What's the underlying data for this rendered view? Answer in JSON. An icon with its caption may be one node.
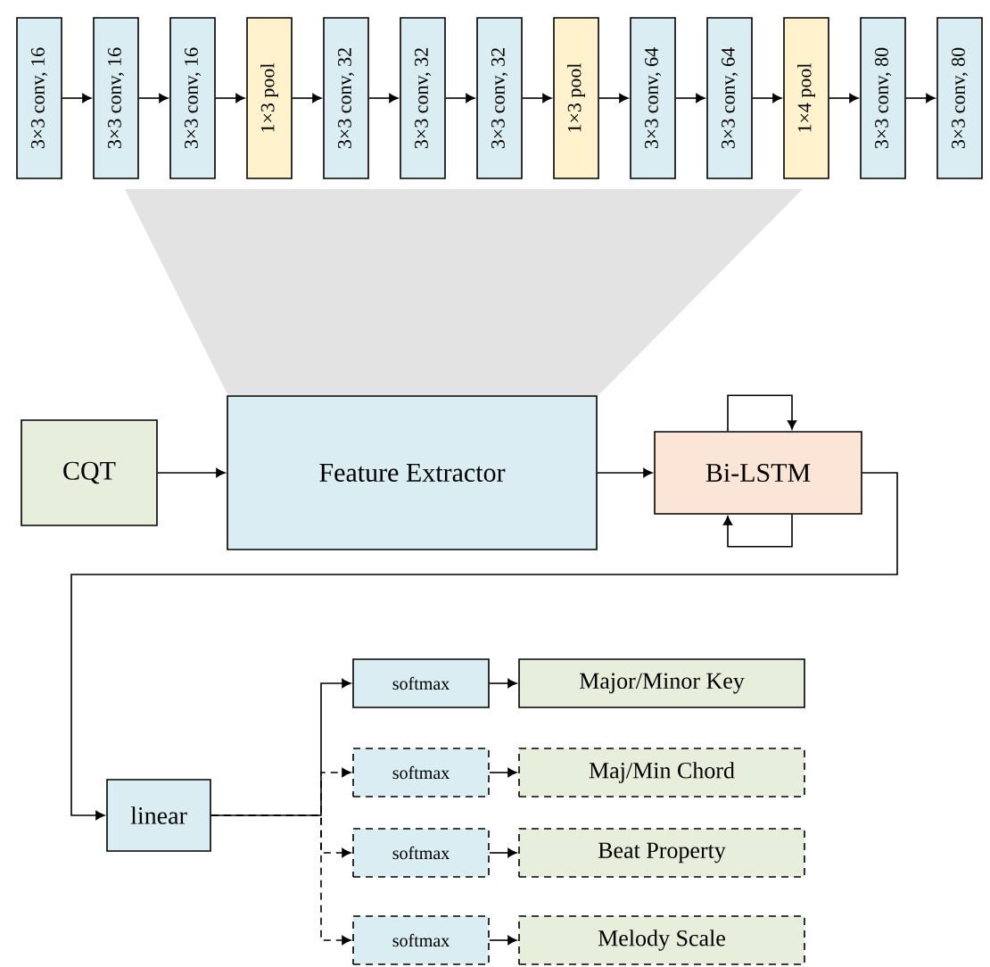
{
  "diagram": {
    "nodes": [
      {
        "text": [
          "3×3 conv, 16"
        ]
      },
      {
        "text": [
          "3×3 conv, 16"
        ]
      },
      {
        "text": [
          "3×3 conv, 16"
        ]
      },
      {
        "text": [
          "1×3 pool"
        ]
      },
      {
        "text": [
          "3×3 conv, 32"
        ]
      },
      {
        "text": [
          "3×3 conv, 32"
        ]
      },
      {
        "text": [
          "3×3 conv, 32"
        ]
      },
      {
        "text": [
          "1×3 pool"
        ]
      },
      {
        "text": [
          "3×3 conv, 64"
        ]
      },
      {
        "text": [
          "3×3 conv, 64"
        ]
      },
      {
        "text": [
          "1×4 pool"
        ]
      },
      {
        "text": [
          "3×3 conv, 80"
        ]
      },
      {
        "text": [
          "3×3 conv, 80"
        ]
      },
      {
        "text": [
          "CQT"
        ]
      },
      {
        "text": [
          "Feature Extractor"
        ]
      },
      {
        "text": [
          "Bi-LSTM"
        ]
      },
      {
        "text": [
          "linear"
        ]
      },
      {
        "text": [
          "softmax"
        ]
      },
      {
        "text": [
          "softmax"
        ]
      },
      {
        "text": [
          "softmax"
        ]
      },
      {
        "text": [
          "softmax"
        ]
      },
      {
        "text": [
          "Major/Minor Key"
        ]
      },
      {
        "text": [
          "Maj/Min Chord"
        ]
      },
      {
        "text": [
          "Beat Property"
        ]
      },
      {
        "text": [
          "Melody Scale"
        ]
      }
    ],
    "edges": [
      {
        "from": 0,
        "to": 1,
        "arrow": "to"
      },
      {
        "from": 1,
        "to": 2,
        "arrow": "to"
      },
      {
        "from": 2,
        "to": 3,
        "arrow": "to"
      },
      {
        "from": 3,
        "to": 4,
        "arrow": "to"
      },
      {
        "from": 4,
        "to": 5,
        "arrow": "to"
      },
      {
        "from": 5,
        "to": 6,
        "arrow": "to"
      },
      {
        "from": 6,
        "to": 7,
        "arrow": "to"
      },
      {
        "from": 7,
        "to": 8,
        "arrow": "to"
      },
      {
        "from": 8,
        "to": 9,
        "arrow": "to"
      },
      {
        "from": 9,
        "to": 10,
        "arrow": "to"
      },
      {
        "from": 10,
        "to": 11,
        "arrow": "to"
      },
      {
        "from": 11,
        "to": 12,
        "arrow": "to"
      },
      {
        "from": 13,
        "to": 14,
        "arrow": "to"
      },
      {
        "from": 14,
        "to": 15,
        "arrow": "to"
      },
      {
        "from": 15,
        "to": 15,
        "arrow": "to"
      },
      {
        "from": 15,
        "to": 15,
        "arrow": "to"
      },
      {
        "from": 15,
        "to": 16,
        "arrow": "to"
      },
      {
        "from": 16,
        "to": 17,
        "arrow": "to"
      },
      {
        "from": 16,
        "to": 18,
        "arrow": "to",
        "style": "dashed"
      },
      {
        "from": 16,
        "to": 19,
        "arrow": "to",
        "style": "dashed"
      },
      {
        "from": 16,
        "to": 20,
        "arrow": "to",
        "style": "dashed"
      },
      {
        "from": 17,
        "to": 21,
        "arrow": "to"
      },
      {
        "from": 18,
        "to": 22,
        "arrow": "to"
      },
      {
        "from": 19,
        "to": 23,
        "arrow": "to"
      },
      {
        "from": 20,
        "to": 24,
        "arrow": "to"
      }
    ]
  }
}
